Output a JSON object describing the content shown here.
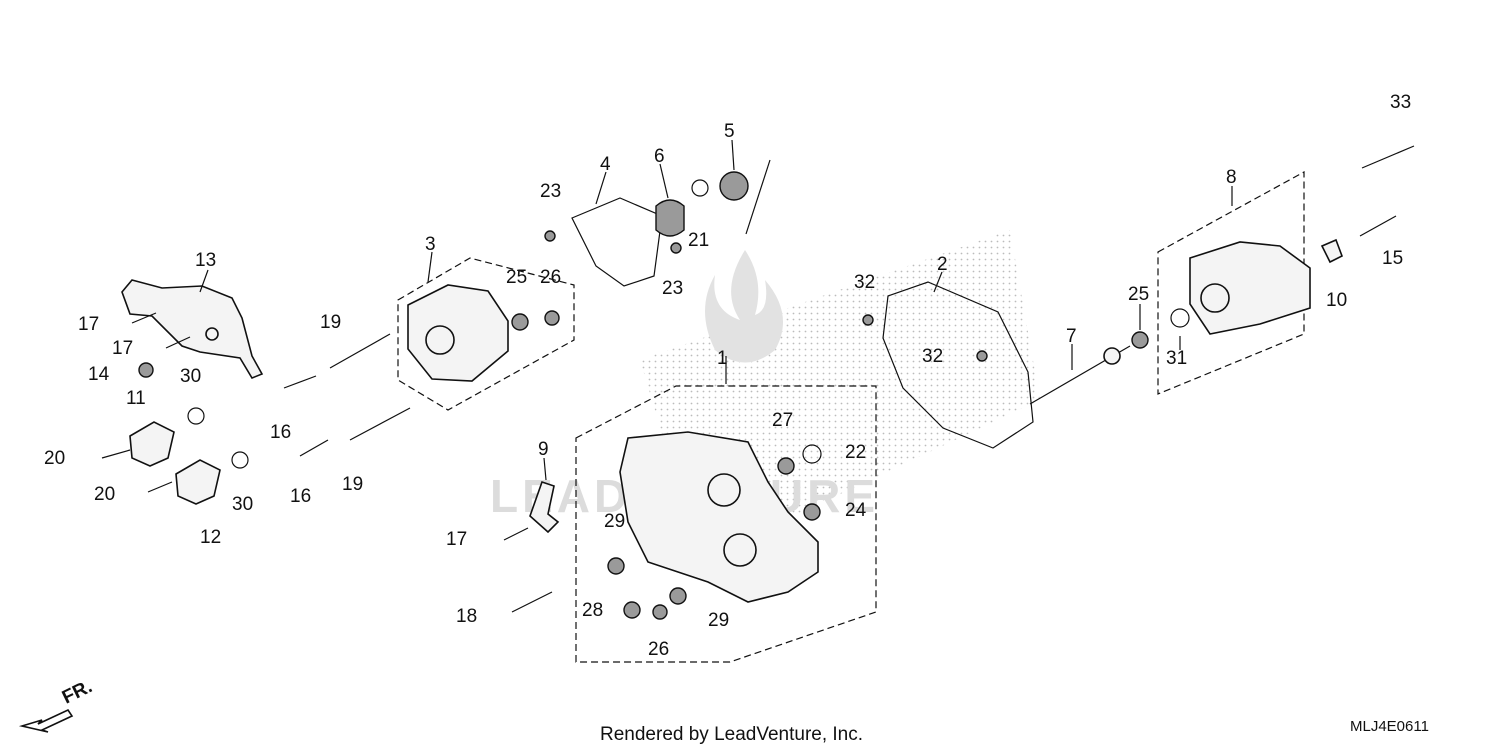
{
  "diagram": {
    "watermark_text": "LEADVENTURE",
    "footer_credit": "Rendered by LeadVenture, Inc.",
    "diagram_code": "MLJ4E0611",
    "front_indicator": "FR.",
    "callouts": [
      "1",
      "2",
      "3",
      "4",
      "5",
      "6",
      "7",
      "8",
      "9",
      "10",
      "11",
      "12",
      "13",
      "14",
      "15",
      "16",
      "16",
      "17",
      "17",
      "17",
      "18",
      "19",
      "19",
      "20",
      "20",
      "21",
      "22",
      "23",
      "23",
      "24",
      "25",
      "25",
      "26",
      "26",
      "27",
      "28",
      "29",
      "29",
      "30",
      "30",
      "31",
      "32",
      "32",
      "33"
    ]
  }
}
